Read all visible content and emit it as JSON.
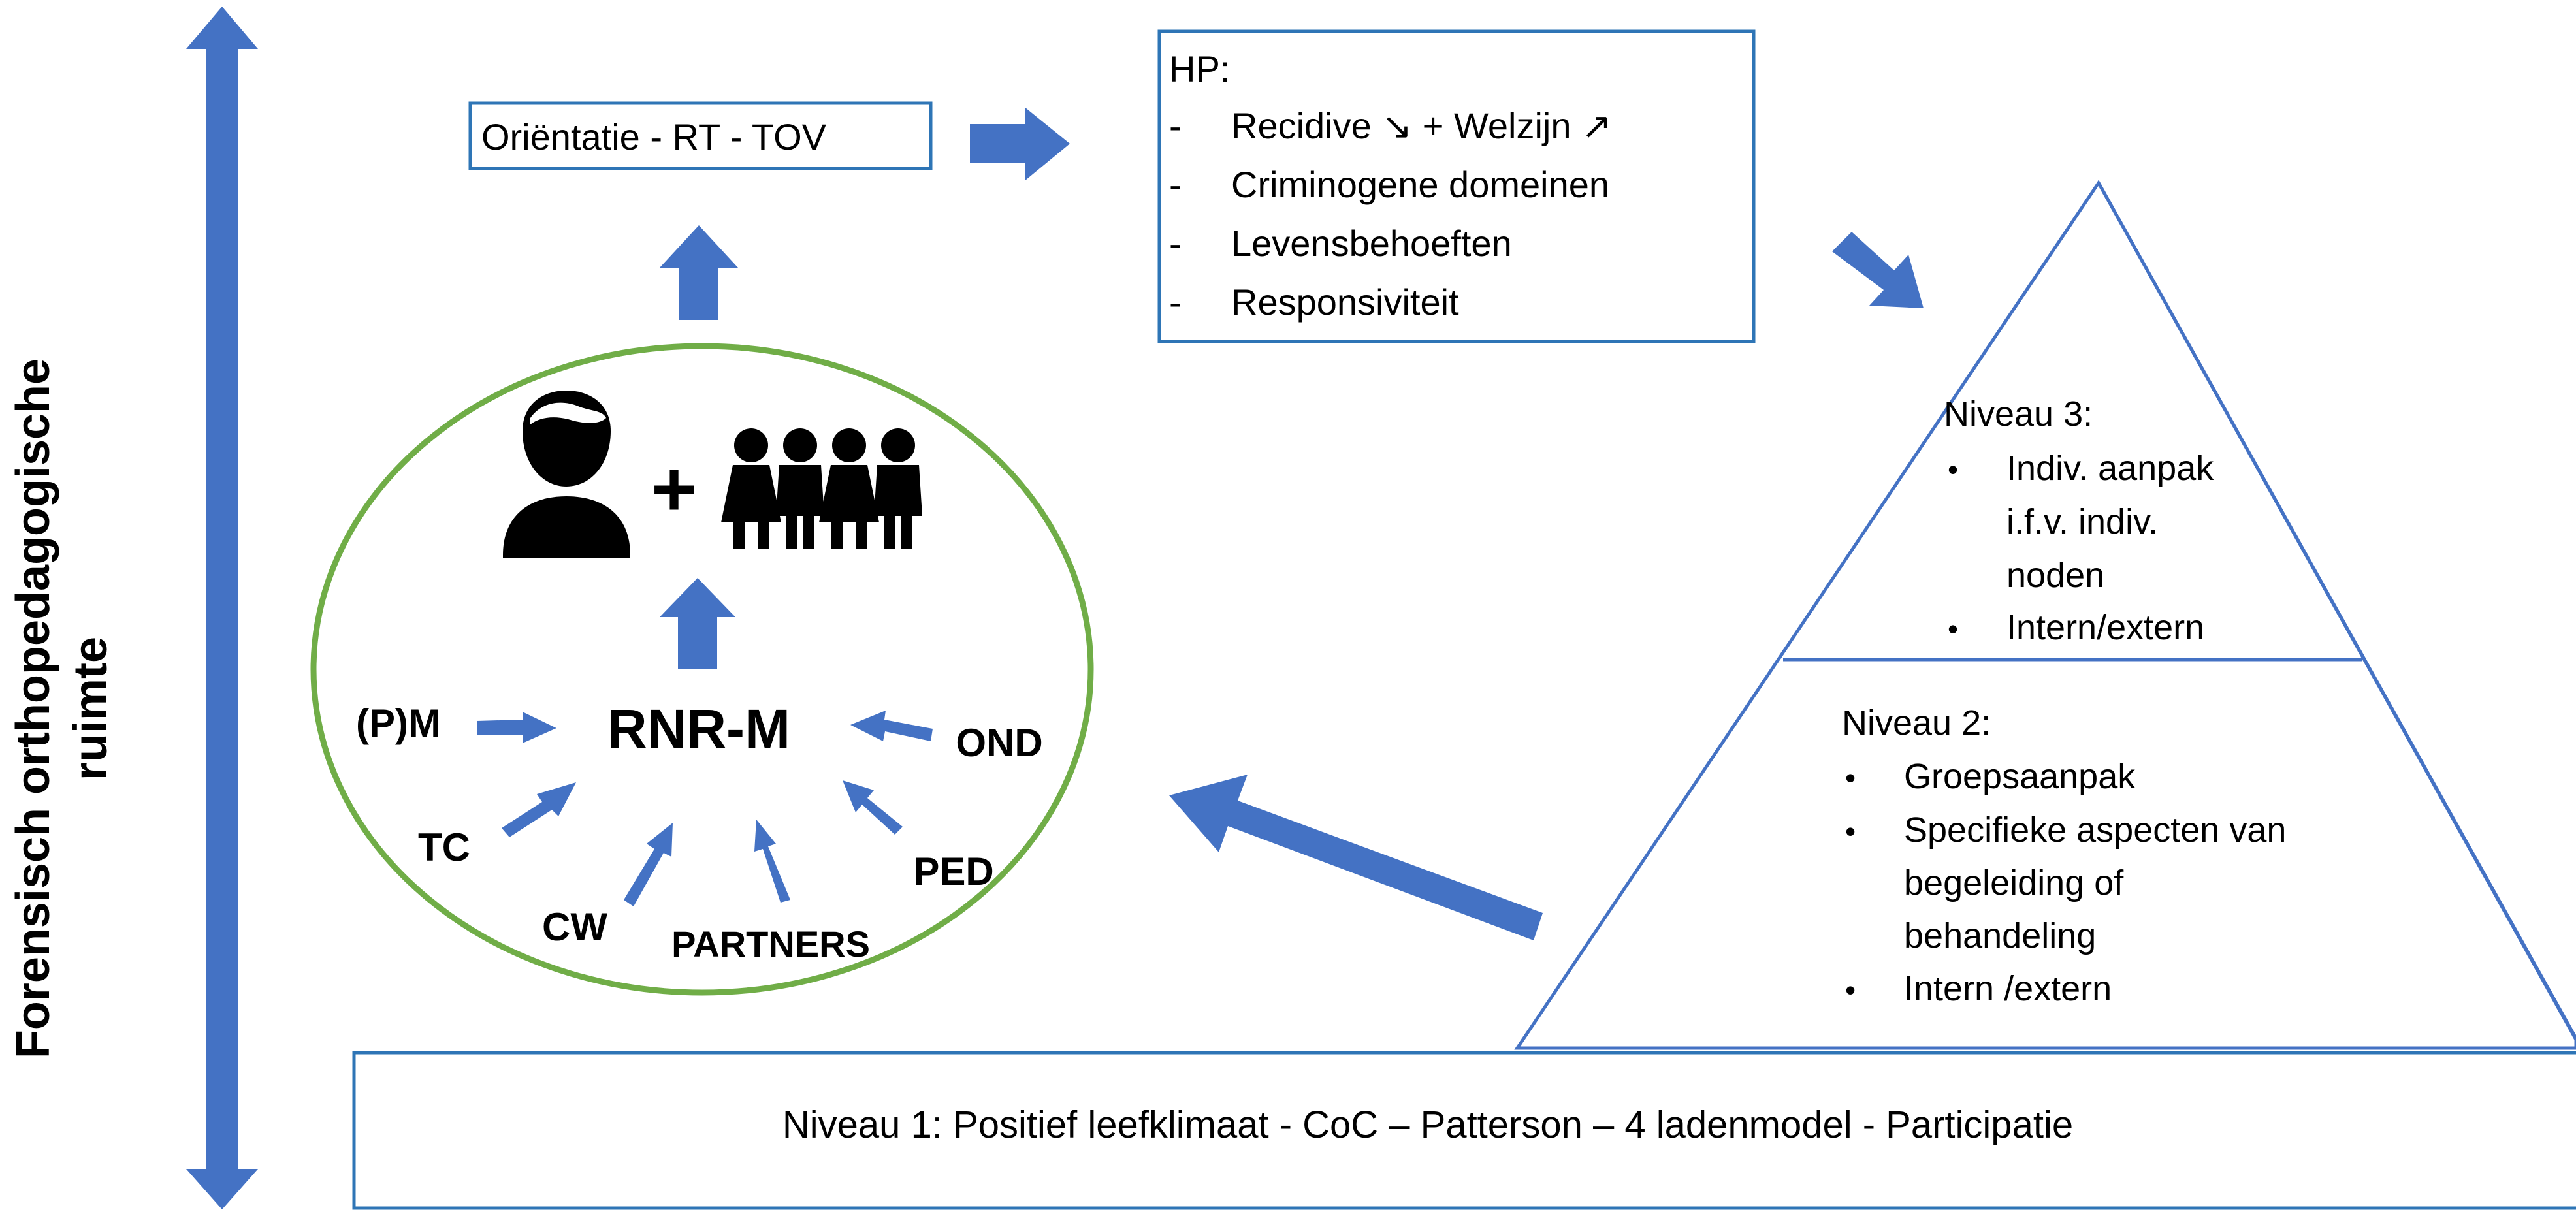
{
  "axis": {
    "label_line1": "Forensisch orthopedagogische",
    "label_line2": "ruimte"
  },
  "orientation_box": {
    "text": "Oriëntatie - RT - TOV"
  },
  "hp_box": {
    "title": "HP:",
    "items": [
      {
        "marker": "-",
        "text": "Recidive ↘ + Welzijn ↗"
      },
      {
        "marker": "-",
        "text": "Criminogene domeinen"
      },
      {
        "marker": "-",
        "text": "Levensbehoeften"
      },
      {
        "marker": "-",
        "text": "Responsiviteit"
      }
    ]
  },
  "circle": {
    "center_label": "RNR-M",
    "plus_sign": "+",
    "contributors": [
      "(P)M",
      "TC",
      "CW",
      "PARTNERS",
      "PED",
      "OND"
    ]
  },
  "pyramid": {
    "level3": {
      "title": "Niveau 3:",
      "bullets": [
        {
          "lines": [
            "Indiv. aanpak",
            "i.f.v. indiv.",
            "noden"
          ]
        },
        {
          "lines": [
            "Intern/extern"
          ]
        }
      ]
    },
    "level2": {
      "title": "Niveau 2:",
      "bullets": [
        {
          "lines": [
            "Groepsaanpak"
          ]
        },
        {
          "lines": [
            "Specifieke aspecten van",
            "begeleiding of",
            "behandeling"
          ]
        },
        {
          "lines": [
            "Intern /extern"
          ]
        }
      ]
    }
  },
  "level1_box": {
    "text": "Niveau 1: Positief leefklimaat - CoC – Patterson – 4 ladenmodel - Participatie"
  },
  "colors": {
    "arrow_blue": "#4472C4",
    "box_border": "#2E75B6",
    "circle_green": "#70AD47",
    "text": "#000000",
    "icon_black": "#000000"
  },
  "icons": [
    "person-icon",
    "group-of-people-icon"
  ]
}
